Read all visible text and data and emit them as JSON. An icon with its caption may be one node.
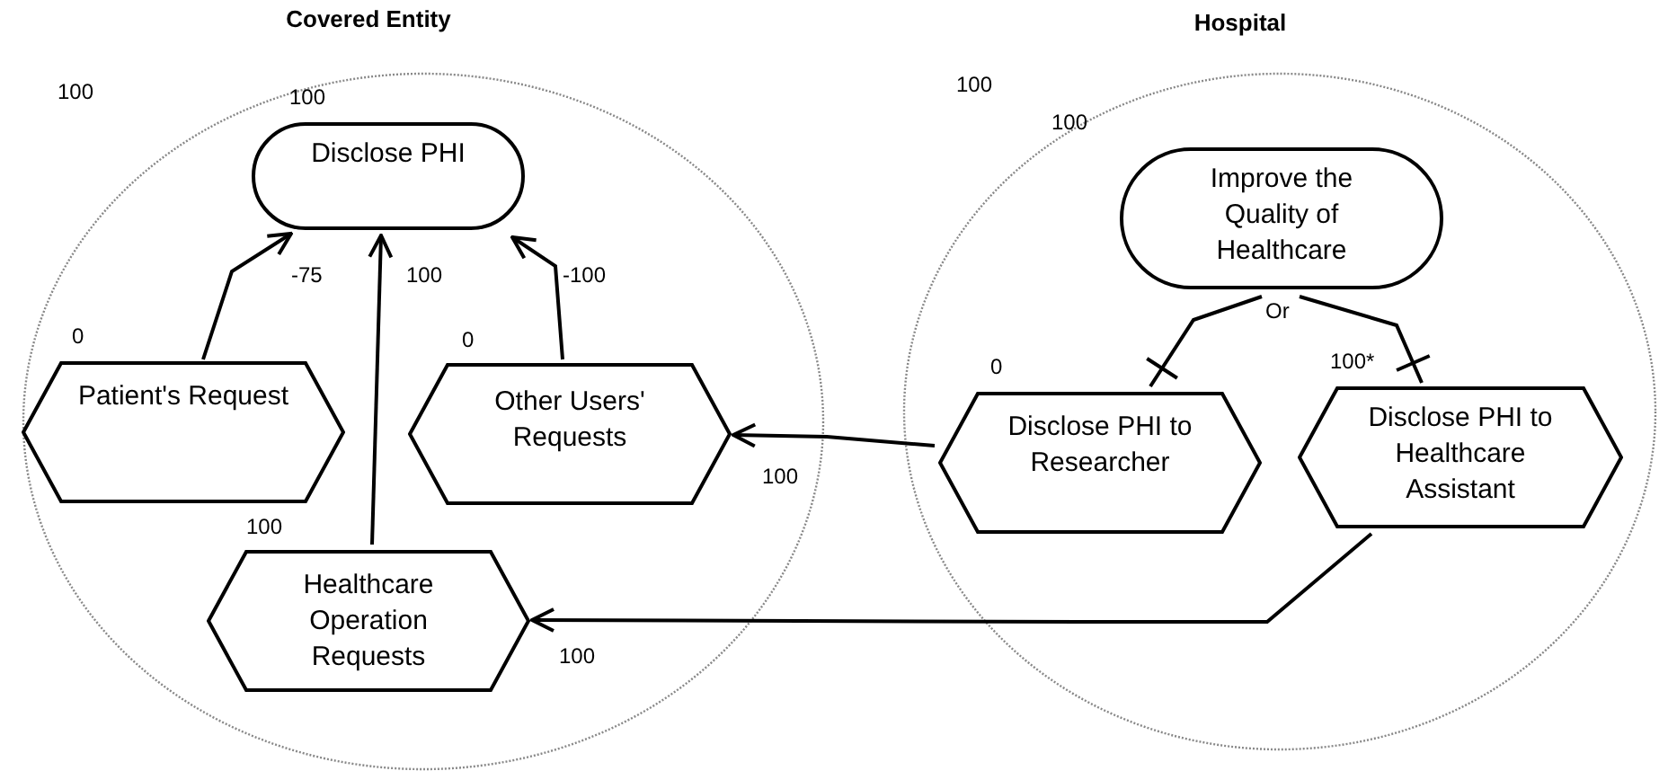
{
  "diagram": {
    "nodes": [
      {
        "text": [
          "Covered Entity"
        ],
        "beside": [
          "100"
        ]
      },
      {
        "text": [
          "Disclose PHI"
        ],
        "in": 0,
        "beside": [
          "100"
        ]
      },
      {
        "text": [
          "Patient's Request"
        ],
        "in": 0,
        "beside": [
          "0"
        ]
      },
      {
        "text": [
          "Other Users' Requests"
        ],
        "in": 0,
        "beside": [
          "0"
        ]
      },
      {
        "text": [
          "Healthcare Operation Requests"
        ],
        "in": 0,
        "beside": [
          "100"
        ]
      },
      {
        "text": [
          "Hospital"
        ],
        "beside": [
          "100"
        ]
      },
      {
        "text": [
          "Improve the Quality of Healthcare"
        ],
        "in": 5,
        "beside": [
          "100"
        ]
      },
      {
        "text": [
          "Disclose PHI to Researcher"
        ],
        "in": 5,
        "beside": [
          "0"
        ]
      },
      {
        "text": [
          "Disclose PHI to Healthcare Assistant"
        ],
        "in": 5,
        "beside": [
          "100*"
        ]
      }
    ],
    "edges": [
      {
        "from": 2,
        "to": 1,
        "arrow": "to",
        "label": "-75"
      },
      {
        "from": 4,
        "to": 1,
        "arrow": "to",
        "label": "100"
      },
      {
        "from": 3,
        "to": 1,
        "arrow": "to",
        "label": "-100"
      },
      {
        "from": 7,
        "to": 3,
        "arrow": "to",
        "label": "100"
      },
      {
        "from": 8,
        "to": 4,
        "arrow": "to",
        "label": "100"
      },
      {
        "from": 7,
        "to": 6,
        "arrow": "other"
      },
      {
        "from": 8,
        "to": 6,
        "arrow": "other"
      }
    ],
    "labels": [
      "Or"
    ]
  }
}
